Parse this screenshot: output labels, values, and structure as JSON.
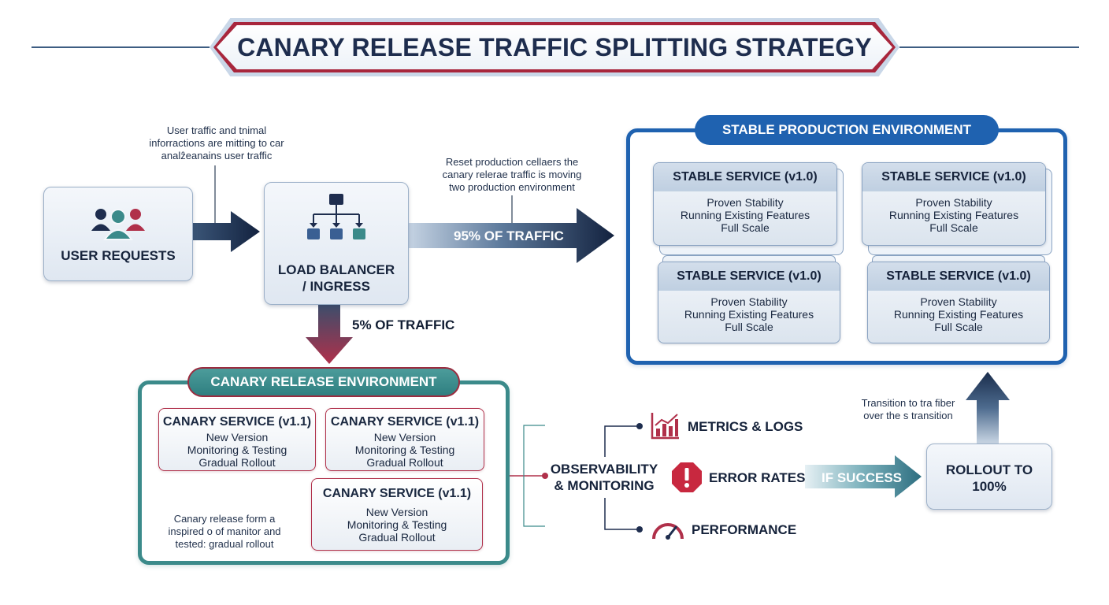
{
  "title": "CANARY RELEASE TRAFFIC SPLITTING STRATEGY",
  "user_requests": {
    "label": "USER REQUESTS",
    "icon": "users-icon"
  },
  "note_user": [
    "User traffic and tnimal",
    "inforractions are mitting to car",
    "analẑeanains user traffic"
  ],
  "load_balancer": {
    "label_line1": "LOAD BALANCER",
    "label_line2": "/ INGRESS",
    "icon": "network-tree-icon"
  },
  "note_production": [
    "Reset production cellaers the",
    "canary relerae traffic is moving",
    "two production environment"
  ],
  "traffic_95": "95% OF TRAFFIC",
  "traffic_5": "5% OF TRAFFIC",
  "stable_env": {
    "title": "STABLE PRODUCTION ENVIRONMENT",
    "services": [
      {
        "name": "STABLE SERVICE (v1.0)",
        "line1": "Proven Stability",
        "line2": "Running Existing Features",
        "line3": "Full Scale"
      },
      {
        "name": "STABLE SERVICE (v1.0)",
        "line1": "Proven Stability",
        "line2": "Running Existing Features",
        "line3": "Full Scale"
      },
      {
        "name": "STABLE SERVICE (v1.0)",
        "line1": "Proven Stability",
        "line2": "Running Existing Features",
        "line3": "Full Scale"
      },
      {
        "name": "STABLE SERVICE (v1.0)",
        "line1": "Proven Stability",
        "line2": "Running Existing Features",
        "line3": "Full Scale"
      }
    ]
  },
  "canary_env": {
    "title": "CANARY RELEASE ENVIRONMENT",
    "services": [
      {
        "name": "CANARY SERVICE (v1.1)",
        "line1": "New Version",
        "line2": "Monitoring & Testing",
        "line3": "Gradual Rollout"
      },
      {
        "name": "CANARY SERVICE (v1.1)",
        "line1": "New Version",
        "line2": "Monitoring & Testing",
        "line3": "Gradual Rollout"
      },
      {
        "name": "CANARY SERVICE (v1.1)",
        "line1": "New Version",
        "line2": "Monitoring & Testing",
        "line3": "Gradual Rollout"
      }
    ]
  },
  "note_canary": [
    "Canary release form a",
    "inspired o of manitor and",
    "tested: gradual rollout"
  ],
  "observability": {
    "line1": "OBSERVABILITY",
    "line2": "& MONITORING"
  },
  "monitors": [
    {
      "label": "METRICS & LOGS",
      "icon": "bar-chart-icon"
    },
    {
      "label": "ERROR RATES",
      "icon": "alert-octagon-icon"
    },
    {
      "label": "PERFORMANCE",
      "icon": "gauge-icon"
    }
  ],
  "if_success": "IF SUCCESS",
  "rollout": {
    "line1": "ROLLOUT TO",
    "line2": "100%"
  },
  "note_transition": [
    "Transition to tra fiber",
    "over the s transition"
  ],
  "colors": {
    "navy": "#1e2d4e",
    "blue": "#1f62b0",
    "teal": "#3b8a8a",
    "crimson": "#b0304a"
  }
}
